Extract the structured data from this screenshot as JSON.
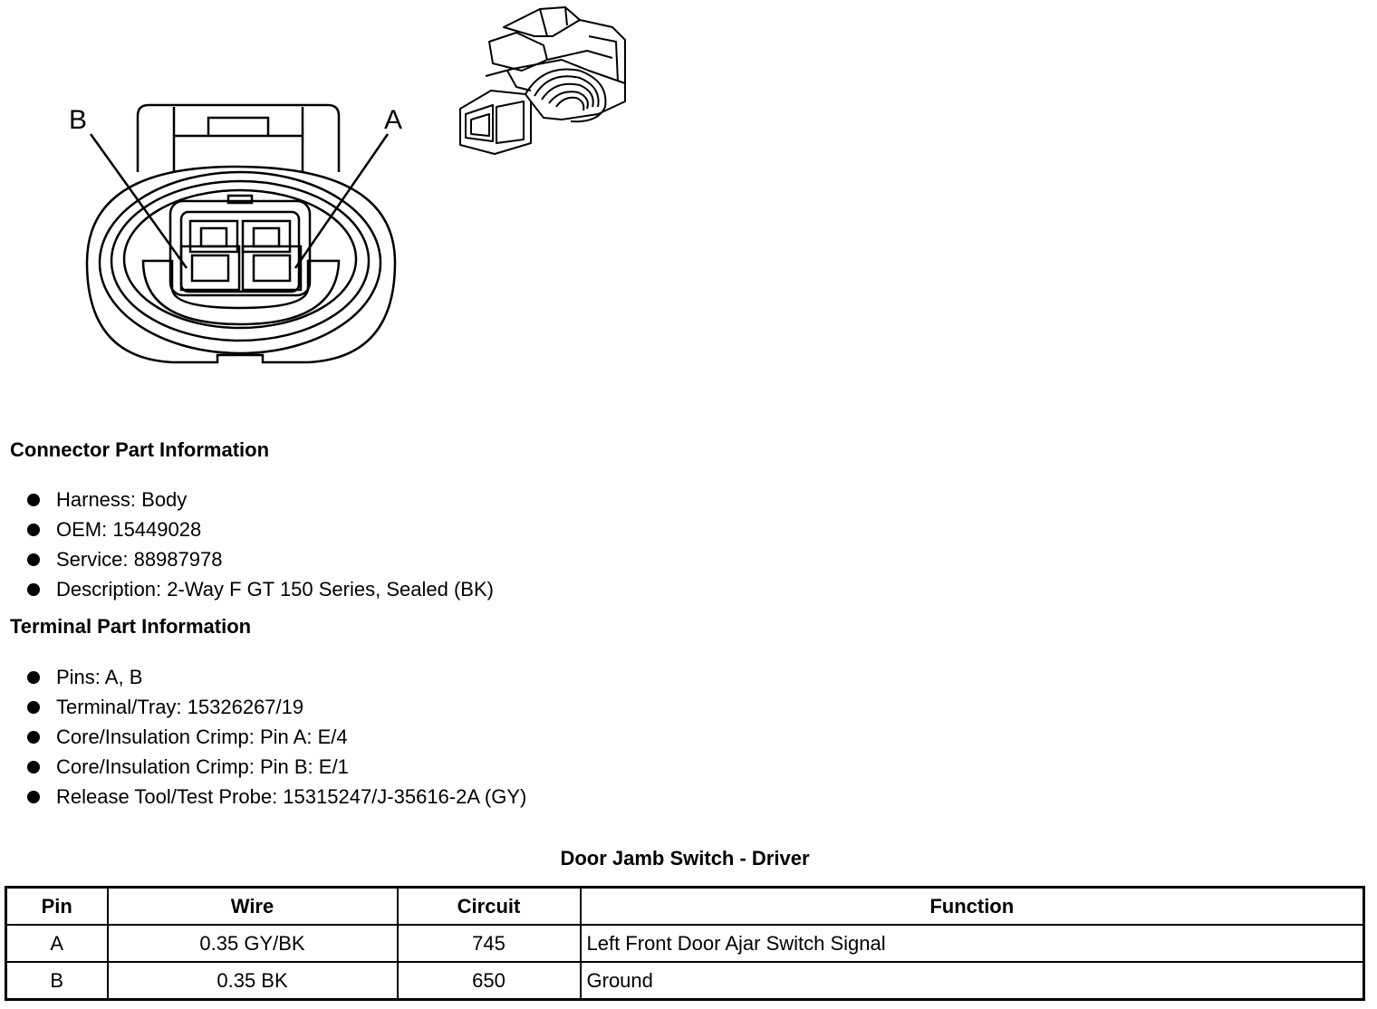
{
  "diagram": {
    "pin_labels": [
      "B",
      "A"
    ]
  },
  "connector_info": {
    "title": "Connector Part Information",
    "items": [
      "Harness: Body",
      "OEM: 15449028",
      "Service: 88987978",
      "Description: 2-Way F GT 150 Series, Sealed (BK)"
    ]
  },
  "terminal_info": {
    "title": "Terminal Part Information",
    "items": [
      "Pins: A, B",
      "Terminal/Tray: 15326267/19",
      "Core/Insulation Crimp: Pin A: E/4",
      "Core/Insulation Crimp: Pin B: E/1",
      "Release Tool/Test Probe: 15315247/J-35616-2A (GY)"
    ]
  },
  "table": {
    "title": "Door Jamb Switch - Driver",
    "headers": [
      "Pin",
      "Wire",
      "Circuit",
      "Function"
    ],
    "rows": [
      [
        "A",
        "0.35 GY/BK",
        "745",
        "Left Front Door Ajar Switch Signal"
      ],
      [
        "B",
        "0.35 BK",
        "650",
        "Ground"
      ]
    ]
  }
}
